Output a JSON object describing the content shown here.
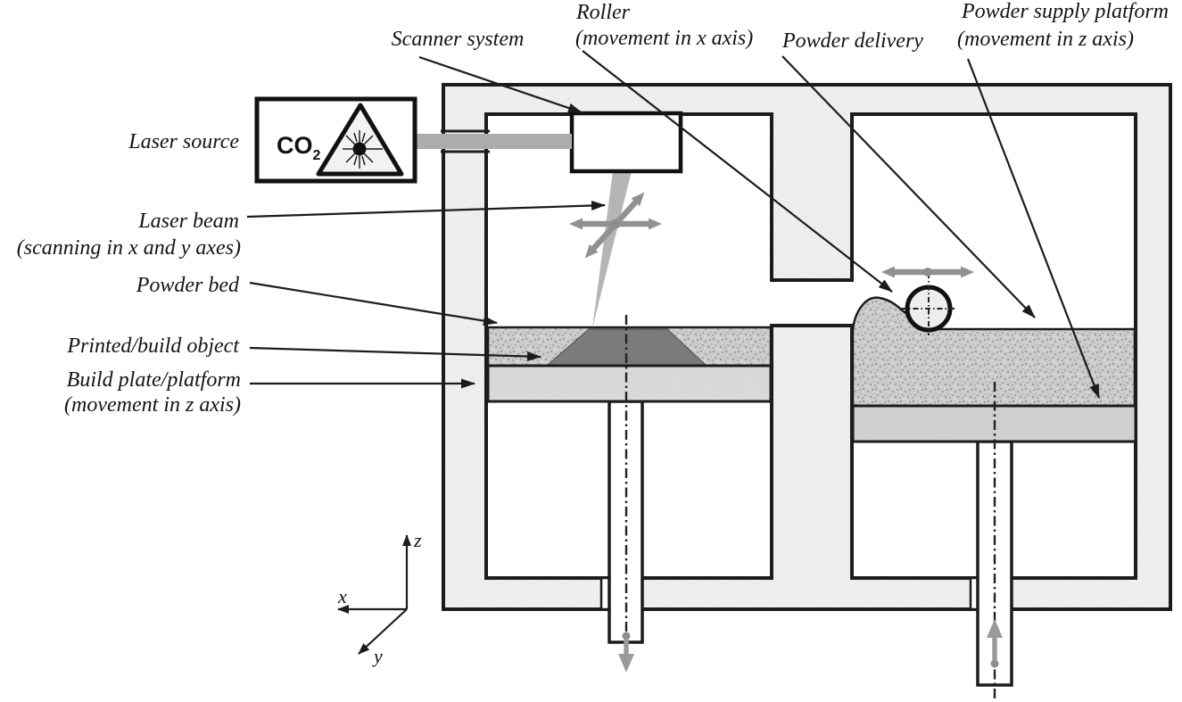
{
  "diagram": {
    "labels": {
      "scanner_system": "Scanner system",
      "roller_line1": "Roller",
      "roller_line2": "(movement in x axis)",
      "powder_delivery": "Powder delivery",
      "powder_supply_platform_line1": "Powder supply platform",
      "powder_supply_platform_line2": "(movement in z axis)",
      "laser_source": "Laser source",
      "laser_beam_line1": "Laser beam",
      "laser_beam_line2": "(scanning in x and y axes)",
      "powder_bed": "Powder bed",
      "printed_object": "Printed/build object",
      "build_plate_line1": "Build plate/platform",
      "build_plate_line2": "(movement in z axis)"
    },
    "laser_source_box": {
      "gas": "CO",
      "gas_subscript": "2"
    },
    "axes": {
      "x": "x",
      "y": "y",
      "z": "z"
    },
    "colors": {
      "outline": "#1c1c1c",
      "wall_fill": "#eeeeee",
      "powder_fill": "#cccccc",
      "build_plate_fill": "#d9d9d9",
      "supply_platform_fill": "#d0d0d0",
      "printed_object_fill": "#7b7b7b",
      "laser_beam_fill": "#b5b5b5",
      "laser_tube_fill": "#acacac",
      "movement_arrow_gray": "#919191",
      "background": "#ffffff"
    }
  }
}
